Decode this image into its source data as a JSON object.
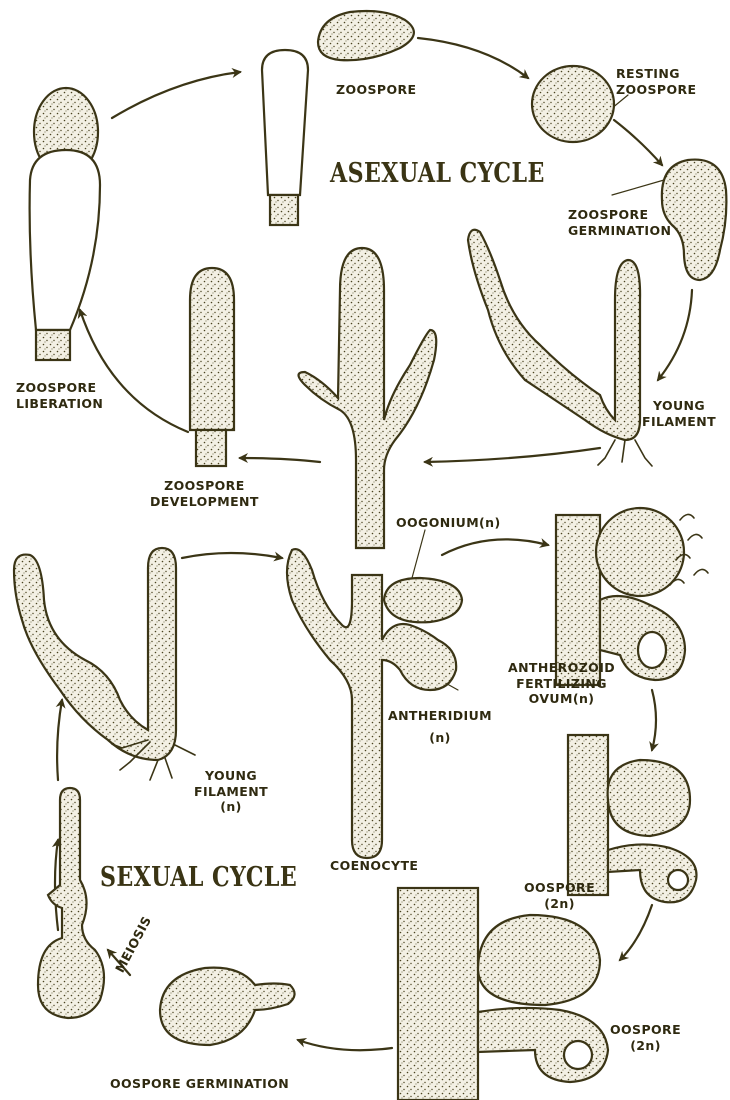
{
  "colors": {
    "ink": "#3b3516",
    "fill": "#f3f0e4",
    "stipple": "#4a4320"
  },
  "titles": {
    "asexual": "ASEXUAL CYCLE",
    "sexual": "SEXUAL CYCLE"
  },
  "labels": {
    "zoospore": "ZOOSPORE",
    "resting_1": "RESTING",
    "resting_2": "ZOOSPORE",
    "germination_1": "ZOOSPORE",
    "germination_2": "GERMINATION",
    "young_filament_1": "YOUNG",
    "young_filament_2": "FILAMENT",
    "zoospore_development_1": "ZOOSPORE",
    "zoospore_development_2": "DEVELOPMENT",
    "zoospore_liberation_1": "ZOOSPORE",
    "zoospore_liberation_2": "LIBERATION",
    "oogonium": "OOGONIUM(n)",
    "antherozoid_1": "ANTHEROZOID",
    "antherozoid_2": "FERTILIZING",
    "antherozoid_3": "OVUM(n)",
    "antheridium": "ANTHERIDIUM",
    "antheridium_ploidy": "(n)",
    "sexual_young_filament_1": "YOUNG",
    "sexual_young_filament_2": "FILAMENT",
    "sexual_young_filament_3": "(n)",
    "coenocyte": "COENOCYTE",
    "oospore_mid_1": "OOSPORE",
    "oospore_mid_2": "(2n)",
    "oospore_low_1": "OOSPORE",
    "oospore_low_2": "(2n)",
    "meiosis": "MEIOSIS",
    "oospore_germination": "OOSPORE GERMINATION"
  }
}
